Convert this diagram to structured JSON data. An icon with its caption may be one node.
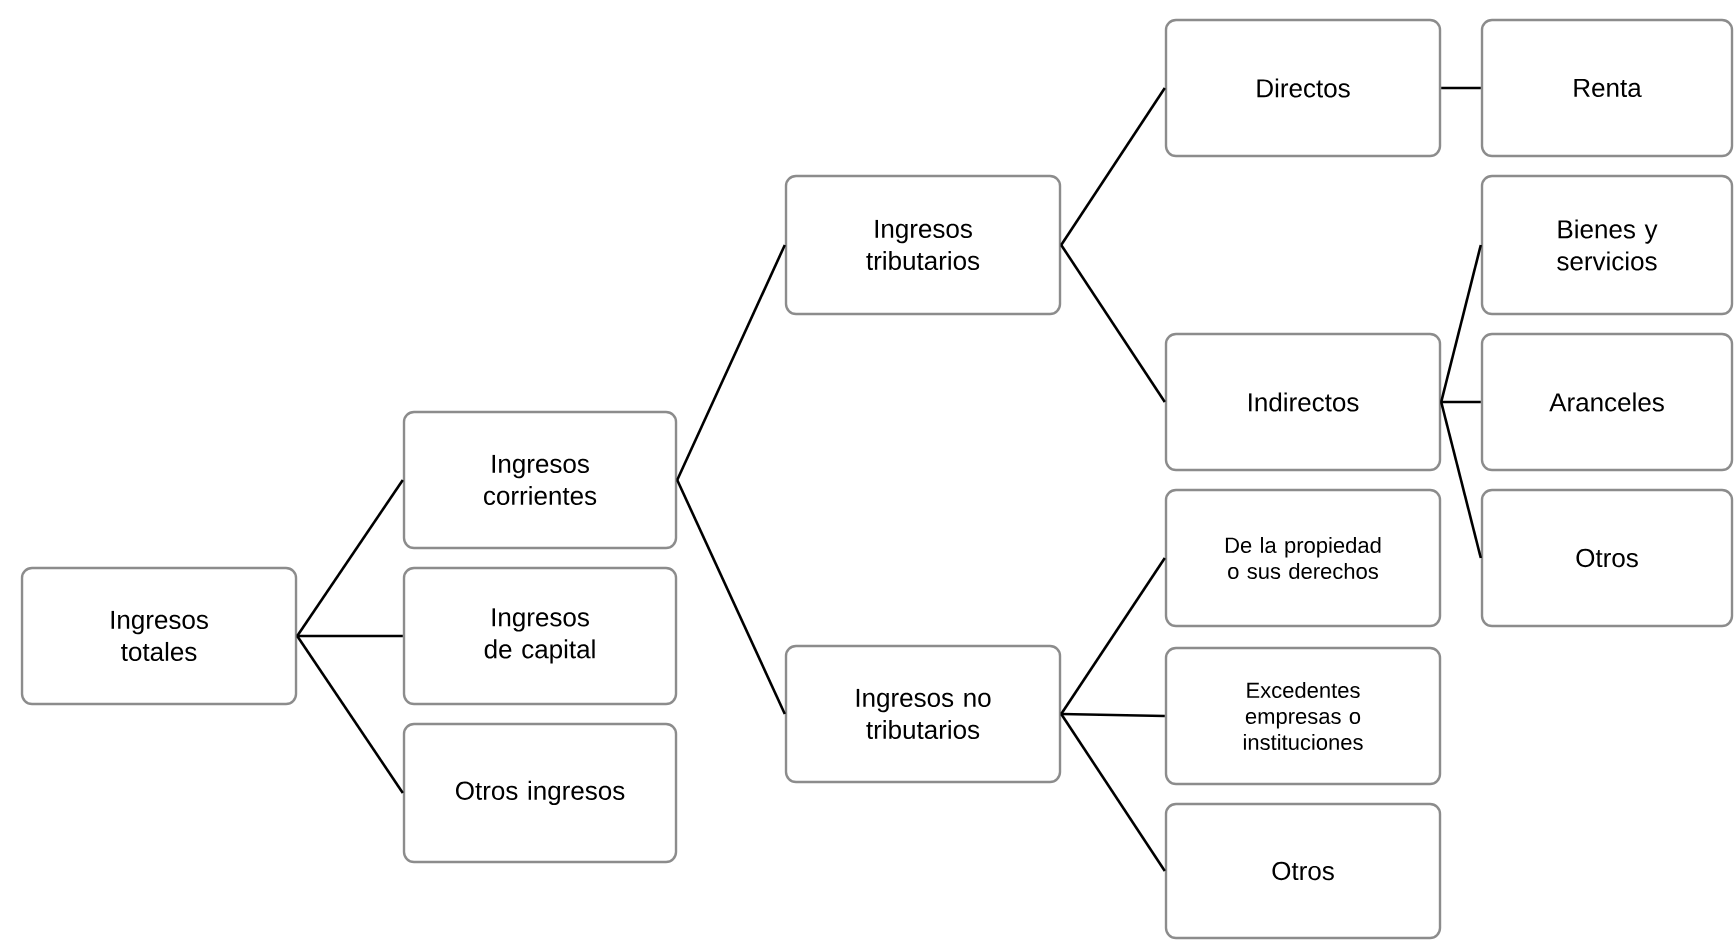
{
  "diagram": {
    "nodes": [
      {
        "text": [
          "Ingresos totales"
        ]
      },
      {
        "text": [
          "Ingresos corrientes"
        ]
      },
      {
        "text": [
          "Ingresos de capital"
        ]
      },
      {
        "text": [
          "Otros ingresos"
        ]
      },
      {
        "text": [
          "Ingresos tributarios"
        ]
      },
      {
        "text": [
          "Ingresos no tributarios"
        ]
      },
      {
        "text": [
          "Directos"
        ]
      },
      {
        "text": [
          "Indirectos"
        ]
      },
      {
        "text": [
          "Renta"
        ]
      },
      {
        "text": [
          "Bienes y servicios"
        ]
      },
      {
        "text": [
          "Aranceles"
        ]
      },
      {
        "text": [
          "Otros"
        ]
      },
      {
        "text": [
          "De la propiedad o sus derechos"
        ]
      },
      {
        "text": [
          "Excedentes empresas o instituciones"
        ]
      },
      {
        "text": [
          "Otros"
        ]
      }
    ],
    "edges": [
      {
        "from": 0,
        "to": 1,
        "arrow": "none"
      },
      {
        "from": 0,
        "to": 2,
        "arrow": "none"
      },
      {
        "from": 0,
        "to": 3,
        "arrow": "none"
      },
      {
        "from": 1,
        "to": 4,
        "arrow": "none"
      },
      {
        "from": 1,
        "to": 5,
        "arrow": "none"
      },
      {
        "from": 4,
        "to": 6,
        "arrow": "none"
      },
      {
        "from": 4,
        "to": 7,
        "arrow": "none"
      },
      {
        "from": 6,
        "to": 8,
        "arrow": "none"
      },
      {
        "from": 7,
        "to": 9,
        "arrow": "none"
      },
      {
        "from": 7,
        "to": 10,
        "arrow": "none"
      },
      {
        "from": 7,
        "to": 11,
        "arrow": "none"
      },
      {
        "from": 5,
        "to": 12,
        "arrow": "none"
      },
      {
        "from": 5,
        "to": 13,
        "arrow": "none"
      },
      {
        "from": 5,
        "to": 14,
        "arrow": "none"
      }
    ]
  }
}
